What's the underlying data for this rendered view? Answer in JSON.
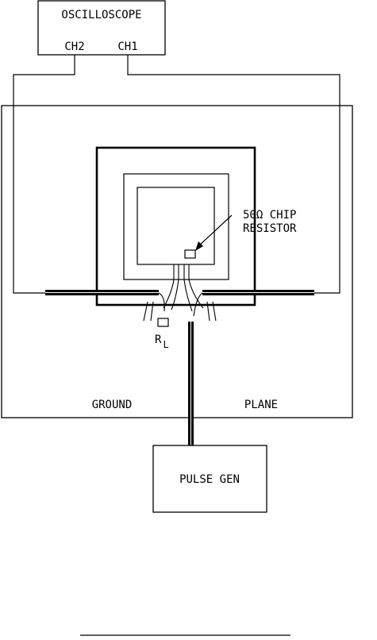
{
  "oscilloscope": {
    "title": "OSCILLOSCOPE",
    "ch2": "CH2",
    "ch1": "CH1"
  },
  "resistor": {
    "line1": "50Ω CHIP",
    "line2": "RESISTOR"
  },
  "load": {
    "label": "R",
    "subscript": "L"
  },
  "ground_plane": {
    "left": "GROUND",
    "right": "PLANE"
  },
  "pulse_gen": {
    "label": "PULSE GEN"
  },
  "colors": {
    "line": "#000000",
    "background": "#ffffff"
  }
}
